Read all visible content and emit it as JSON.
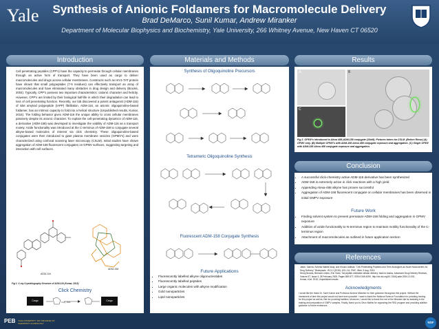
{
  "header": {
    "logo_text": "Yale",
    "title": "Synthesis of Anionic Foldamers for Macromolecule Delivery",
    "authors": "Brad DeMarco, Sunil Kumar, Andrew Miranker",
    "affiliation": "Department of Molecular Biophysics and Biochemistry, Yale University, 266 Whitney Avenue, New Haven CT 06520"
  },
  "introduction": {
    "heading": "Introduction",
    "text": "Cell penetrating peptides (CPP's) have the capacity to permeate through cellular membranes through an active form of transport. They have been used as cargo to deliver macromolecules and drugs across cellular membranes. Constructs such as HIV1-TAT protein have shown that small polypeptides (7-9 residues) can effectively transport an array of macromolecules and have eliminated many obstacles in drug design and delivery (Brooks, 2004). Typically, CPP's possess two important characteristics: cationic character and helicity. However, CPP's are limited by their biological half-life in which their degradation can lead to loss of cell penetrating function. Recently, our lab discovered a potent antagonist (ADM-116) of islet amyloid polypeptide (IAPP) fibrillation. ADM-116, an anionic oligoquinoline-based foldamer, has an intrinsic capacity to fold into a helical structure (Unpublished results, Kumar, 2015). The folding behavior gives ADM-116 the unique ability to cross cellular membranes passively despite its anionic character. To explain the cell-penetrating dynamics of ADM-116, a derivative (ADM-158) was developed to investigate the viability of ADM-116 as a transport moiety. Azide functionality was introduced at the C-terminus of ADM-158 to conjugate several alkyne-based molecules of interest via click chemistry. These oligoquinoline-based conjugates were then introduced to giant plasma membrane vesicles (GPMV's) and were characterized using confocal scanning laser microscopy (CSLM). Initial studies have shown aggregation of ADM-158 fluorescent conjugates on GPMV surfaces, suggesting targeting and interaction with cell surfaces.",
    "label_a": "ADM-116",
    "label_b": "ADM-158",
    "fig_caption": "Fig 1: X-ray Crystallography Structure of ADM-116 (Kumar, 2015)",
    "click_heading": "Click Chemistry",
    "click_left_box": "Cargo",
    "click_right_box": "Cargo",
    "click_reagent": "Cu(I), click"
  },
  "methods": {
    "heading": "Materials and Methods",
    "sub1": "Synthesis of Oligoquinoline Precursors",
    "sub2": "Tetrameric Oligoquinoline Synthesis",
    "sub3": "Fluorescent ADM-158 Conjugate Synthesis",
    "future_heading": "Future Applications",
    "future_items": [
      "Fluorescently labelled alkyne oligonucleotides",
      "Fluorescently labelled peptides",
      "Large organic molecules with alkyne modification",
      "Gold nanoparticles",
      "Lipid nanoparticles"
    ]
  },
  "results": {
    "heading": "Results",
    "panel_a": "A",
    "panel_b": "B",
    "panel_c": "C",
    "caption": "Fig 2. GPMV's introduced to Alexa 488-ADM-158 conjugate (10nM). Pictures taken via CSLM. (Before Rinse) (A) GPMV only. (B) Multiple GPMV's with ADM-158 Alexa 488 conjugate exposure and aggregation. (C) Single GPMV with ADM-158 Alexa 488 conjugate exposure and aggregation."
  },
  "conclusion": {
    "heading": "Conclusion",
    "items": [
      "A successful click-chemistry active ADM-116 derivative has been synthesized",
      "ADM-158 is extremely active in click reactions with a high yield",
      "Appending Alexa-488 alkyne has proven successful",
      "Aggregation of ADM-158 fluorescent conjugate on cellular membranes has been observed in initial GMPV exposure"
    ],
    "future_heading": "Future Work",
    "future_items": [
      "Finding solvent system to prevent premature ADM-158 folding and aggregation in GPMV exposure",
      "Addition of azide functionality to N-terminus region to maintain motility functionality of the C-terminus region",
      "Attachment of macromolecules as outlined in future application section"
    ]
  },
  "references": {
    "heading": "References",
    "items": [
      "Jafari, Samira, Soheila Maleki Dizaj, and Khosro Adibkia. \"Cell-Penetrating Peptides and Their Analogues as Novel Nanocarriers for Drug Delivery.\" BioImpacts : BI 5.2 (2015): 103–111. PMC. Web. 5 Aug. 2015.",
      "Henry Brooks, Bernard Lebleu, Eric Vives, Tat peptide-mediated cellular delivery: back to basics, Advanced Drug Delivery Reviews, Volume 57, Issue 4, 28 February 2005, Pages 559-577, ISSN 0169-409X, http://dx.doi.org/10.1016/j.addr.2004.12.001.",
      "Kumar, et al. 2015, Unpublished results"
    ],
    "ack_heading": "Acknowledgments",
    "ack_text": "I would like the thank Dr. Sunil Kumar and Professor Andrew Miranker for their guidance throughout this project. Without the investment of time this project would not have been possible. I want to thank the National Science Foundation for providing funding for this project as well as Yale for providing facilities. Moreover, I would like to thank the rest of the Miranker lab for assisting in the training and preparation of GMPV samples. Finally, thank you to Orion Mathis for organizing the REU program and providing addition guidance to future endeavors."
  },
  "footer": {
    "left_badge": "PEB",
    "left_text": "YALE UNIVERSITY: ON THE EDGE OF CHEMISTRY and BIOLOGY",
    "right_badge": "NSF"
  }
}
